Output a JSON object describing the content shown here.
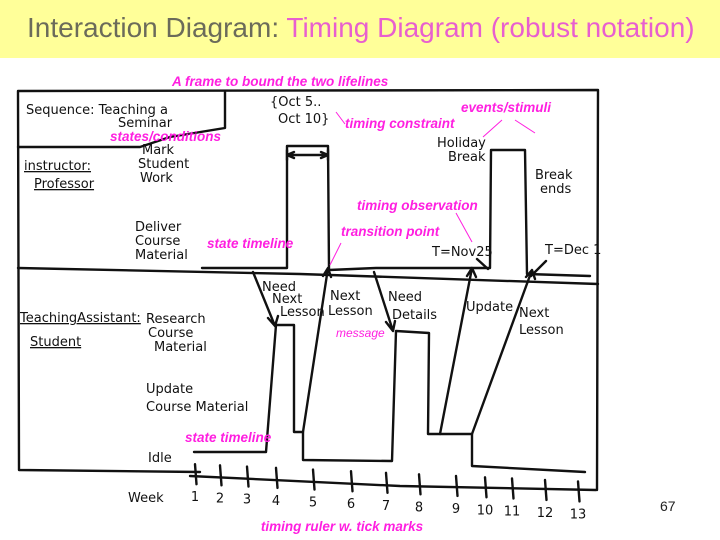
{
  "slide": {
    "title_prefix": "Interaction Diagram: ",
    "title_accent": "Timing Diagram (robust notation)",
    "page_number": "67",
    "colors": {
      "title_bar": "#ffff99",
      "title_text": "#6b6b5a",
      "accent": "#e85fcf",
      "annotation": "#ff1fe0"
    }
  },
  "annotations": {
    "frame": "A frame to bound the two lifelines",
    "timing_constraint": "timing constraint",
    "events": "events/stimuli",
    "states": "states/conditions",
    "timing_observation": "timing observation",
    "transition_point": "transition point",
    "state_timeline_top": "state timeline",
    "message": "message",
    "state_timeline_bottom": "state timeline",
    "ruler": "timing ruler w. tick marks"
  },
  "diagram": {
    "frame_label": [
      "Sequence: Teaching a",
      "Seminar"
    ],
    "constraint": [
      "{Oct 5..",
      "Oct 10}"
    ],
    "lifeline_instructor": [
      "instructor:",
      "Professor"
    ],
    "instructor_states": [
      [
        "Mark",
        "Student",
        "Work"
      ],
      [
        "Deliver",
        "Course",
        "Material"
      ]
    ],
    "events": [
      [
        "Holiday",
        "Break"
      ],
      [
        "Break",
        "ends"
      ]
    ],
    "observations": [
      "T=Nov25",
      "T=Dec 1"
    ],
    "lifeline_ta": [
      "TeachingAssistant:",
      "Student"
    ],
    "ta_states": [
      [
        "Research",
        "Course",
        "Material"
      ],
      [
        "Update",
        "Course Material"
      ],
      [
        "Idle"
      ]
    ],
    "messages": [
      [
        "Need",
        "Next",
        "Lesson"
      ],
      [
        "Next",
        "Lesson"
      ],
      [
        "Need",
        "Details"
      ],
      [
        "Update"
      ],
      [
        "Next",
        "Lesson"
      ]
    ],
    "ruler_label": "Week",
    "weeks": [
      "1",
      "2",
      "3",
      "4",
      "5",
      "6",
      "7",
      "8",
      "9",
      "10",
      "11",
      "12",
      "13"
    ]
  }
}
